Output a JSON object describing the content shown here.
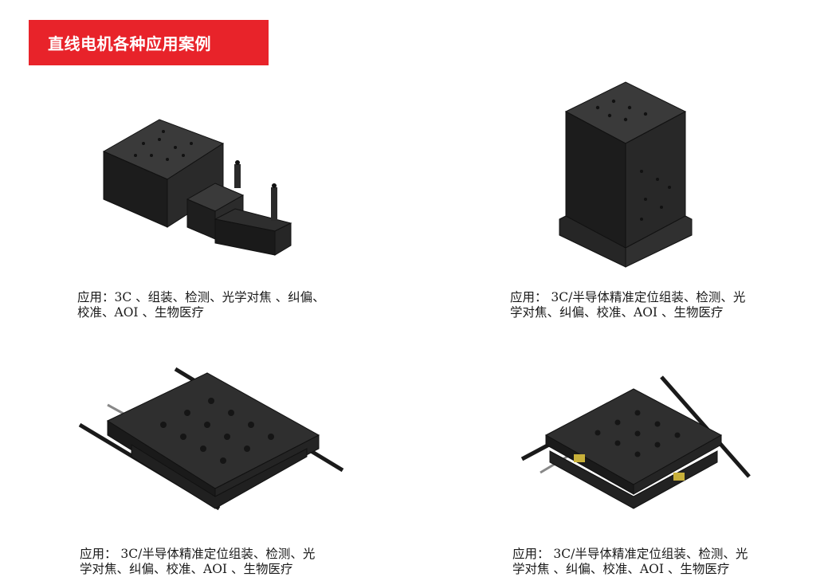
{
  "header": {
    "title": "直线电机各种应用案例",
    "accent_color": "#e8232a"
  },
  "cases": [
    {
      "image_icon": "xy-stage-with-motor-icon",
      "caption": "应用：3C 、组装、检测、光学对焦 、纠偏、\n校准、AOI 、生物医疗"
    },
    {
      "image_icon": "vertical-block-stage-icon",
      "caption": "应用： 3C/半导体精准定位组装、检测、光\n学对焦、纠偏、校准、AOI 、生物医疗"
    },
    {
      "image_icon": "flat-xy-platform-icon",
      "caption": "应用： 3C/半导体精准定位组装、检测、光\n学对焦、纠偏、校准、AOI 、生物医疗"
    },
    {
      "image_icon": "stacked-xy-platform-icon",
      "caption": "应用： 3C/半导体精准定位组装、检测、光\n学对焦 、纠偏、校准、AOI 、生物医疗"
    }
  ]
}
